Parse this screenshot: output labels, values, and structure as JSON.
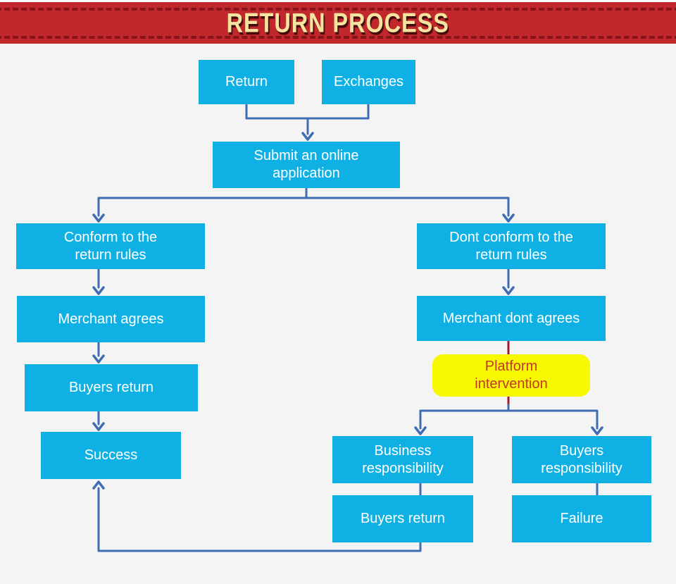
{
  "header": {
    "title": "RETURN PROCESS"
  },
  "colors": {
    "banner_bg": "#c2282b",
    "banner_text": "#f5e3a0",
    "stitch": "#871418",
    "canvas_bg": "#f4f4f5",
    "node_bg": "#0fb1e5",
    "node_text": "#ffffff",
    "highlight_bg": "#f8f800",
    "highlight_text": "#c0392b",
    "connector": "#3e6db4",
    "connector_red": "#9e1b33"
  },
  "nodes": {
    "return": "Return",
    "exchanges": "Exchanges",
    "submit": "Submit an online\napplication",
    "conform": "Conform to the\nreturn rules",
    "dont_conform": "Dont conform to the\nreturn rules",
    "merchant_agrees": "Merchant agrees",
    "merchant_dont_agrees": "Merchant dont agrees",
    "platform_intervention": "Platform\nintervention",
    "buyers_return_left": "Buyers return",
    "success": "Success",
    "business_responsibility": "Business\nresponsibility",
    "buyers_responsibility": "Buyers\nresponsibility",
    "buyers_return_bottom": "Buyers return",
    "failure": "Failure"
  }
}
